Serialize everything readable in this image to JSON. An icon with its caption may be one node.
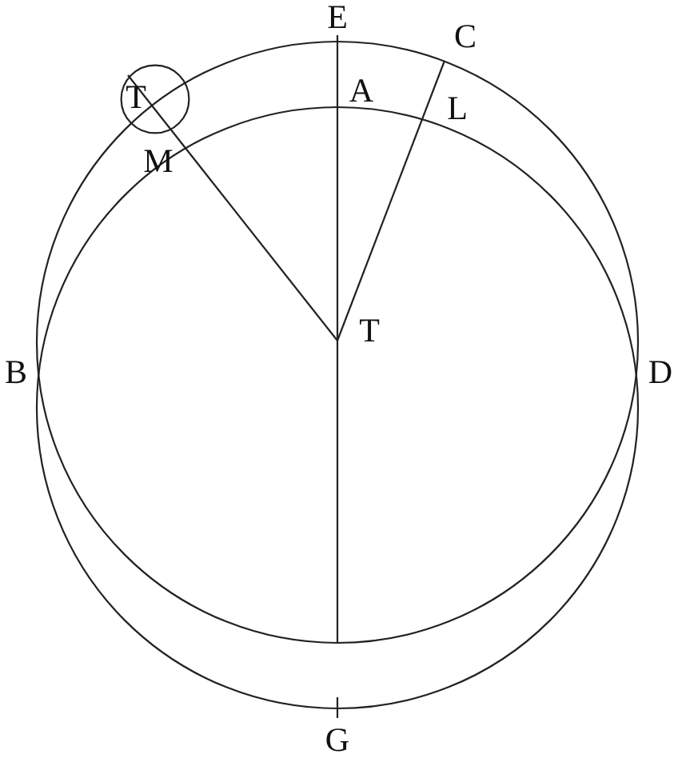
{
  "diagram": {
    "nodes": [
      {
        "text": [
          "T"
        ]
      }
    ],
    "labels": [
      "E",
      "C",
      "A",
      "L",
      "M",
      "T",
      "B",
      "D",
      "G"
    ]
  }
}
